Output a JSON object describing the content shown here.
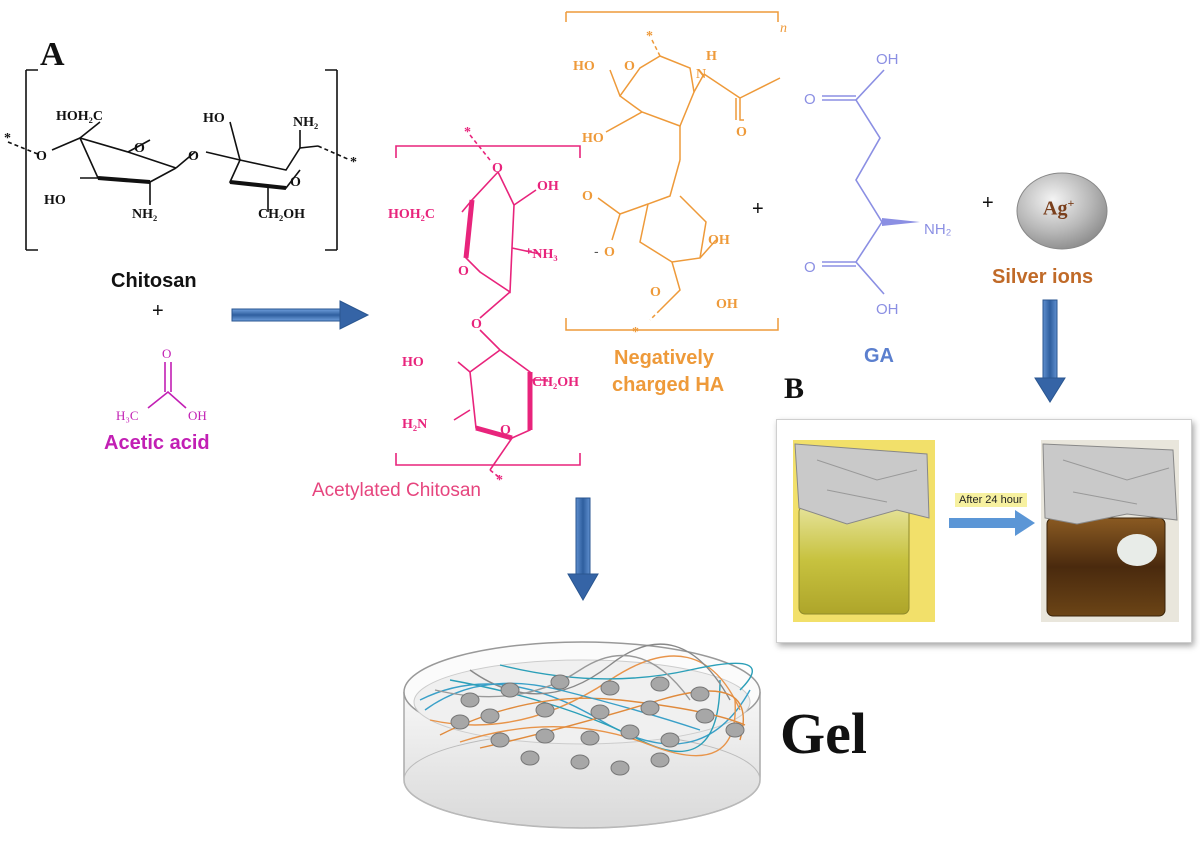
{
  "panels": {
    "a": "A",
    "b": "B"
  },
  "labels": {
    "chitosan": "Chitosan",
    "plus": "+",
    "acetic_acid": "Acetic acid",
    "acetylated_chitosan": "Acetylated Chitosan",
    "ha_line1": "Negatively",
    "ha_line2": "charged HA",
    "ga": "GA",
    "silver_ions": "Silver ions",
    "ag": "Ag",
    "ag_charge": "+",
    "after": "After 24 hour",
    "gel": "Gel"
  },
  "chitosan_struct": {
    "hoh2c": "HOH₂C",
    "ho_left": "HO",
    "nh2_bottom": "NH₂",
    "o_ring1": "O",
    "o_link": "O",
    "ho_top": "HO",
    "nh2_top": "NH₂",
    "o_ring2": "O",
    "ch2oh": "CH₂OH",
    "o_end": "O",
    "star": "*"
  },
  "acetic_struct": {
    "o": "O",
    "h3c": "H₃C",
    "oh": "OH"
  },
  "acetyl_struct": {
    "o_top": "O",
    "oh": "OH",
    "hoh2c": "HOH₂C",
    "nh3": "⁺NH₃",
    "minus": "-",
    "o_ring1": "O",
    "o_link": "O",
    "ho": "HO",
    "ch2oh": "CH₂OH",
    "h2n": "H₂N",
    "o_ring2": "O",
    "star": "*"
  },
  "ha_struct": {
    "ho1": "HO",
    "o_ring1": "O",
    "h": "H",
    "n": "N",
    "ho2": "HO",
    "o_carbonyl": "O",
    "o_acid": "O",
    "o_minus": "O",
    "oh1": "OH",
    "o_ring2": "O",
    "oh2": "OH",
    "n_repeat": "n",
    "star": "*"
  },
  "ga_struct": {
    "oh_top": "OH",
    "o_top": "O",
    "nh2": "NH₂",
    "o_bottom": "O",
    "oh_bottom": "OH"
  },
  "colors": {
    "chitosan": "#111111",
    "acetic": "#c21fb4",
    "acetylated": "#e8247c",
    "ha": "#ee9a3a",
    "ga": "#8b8fe3",
    "arrow": "#3f6fb0",
    "silver": "#c06a28"
  }
}
